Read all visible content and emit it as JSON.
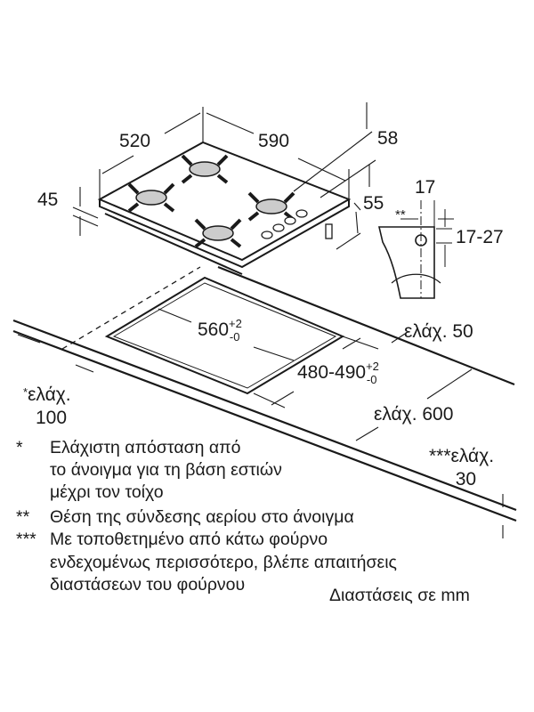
{
  "dimensions": {
    "depth": "520",
    "width": "590",
    "height_right": "58",
    "thickness": "45",
    "knob_height": "55",
    "bracket_width": "17",
    "bracket_marker": "**",
    "worktop_range": "17-27",
    "cutout_width": "560",
    "cutout_depth": "480-490",
    "tol_plus": "+2",
    "tol_minus": "-0",
    "min_back": "ελάχ. 50",
    "min_wall_star": "*",
    "min_wall_label": "ελάχ.",
    "min_wall_value": "100",
    "min_depth": "ελάχ. 600",
    "min_oven_label": "***ελάχ.",
    "min_oven_value": "30"
  },
  "notes": [
    {
      "mark": "*",
      "lines": [
        "Ελάχιστη απόσταση από",
        "το άνοιγμα για τη βάση εστιών",
        "μέχρι τον τοίχο"
      ]
    },
    {
      "mark": "**",
      "lines": [
        "Θέση της σύνδεσης αερίου στο άνοιγμα"
      ]
    },
    {
      "mark": "***",
      "lines": [
        "Με τοποθετημένο από κάτω φούρνο",
        "ενδεχομένως περισσότερο, βλέπε απαιτήσεις",
        "διαστάσεων του φούρνου"
      ]
    }
  ],
  "units_note": "Διαστάσεις σε mm"
}
